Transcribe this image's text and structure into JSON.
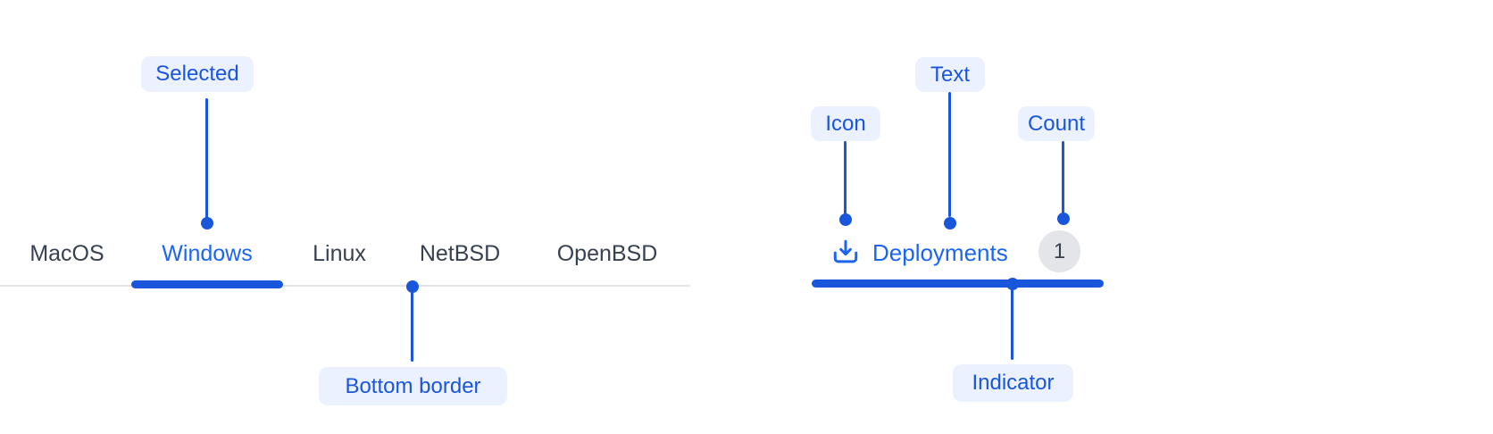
{
  "colors": {
    "primary_blue": "#1a56db",
    "tab_active_blue": "#1c64f2",
    "annotation_bg": "#ebf1fe",
    "tab_inactive": "#374151",
    "border_gray": "#e2e4e8",
    "badge_bg": "#e4e5e8",
    "badge_text": "#374151",
    "canvas_bg": "#ffffff"
  },
  "tabs": {
    "items": [
      {
        "label": "MacOS",
        "selected": false
      },
      {
        "label": "Windows",
        "selected": true
      },
      {
        "label": "Linux",
        "selected": false
      },
      {
        "label": "NetBSD",
        "selected": false
      },
      {
        "label": "OpenBSD",
        "selected": false
      }
    ]
  },
  "deploy_tab": {
    "icon": "download-icon",
    "label": "Deployments",
    "count": "1"
  },
  "annotations": {
    "selected": "Selected",
    "bottom_border": "Bottom border",
    "icon": "Icon",
    "text": "Text",
    "count": "Count",
    "indicator": "Indicator"
  }
}
